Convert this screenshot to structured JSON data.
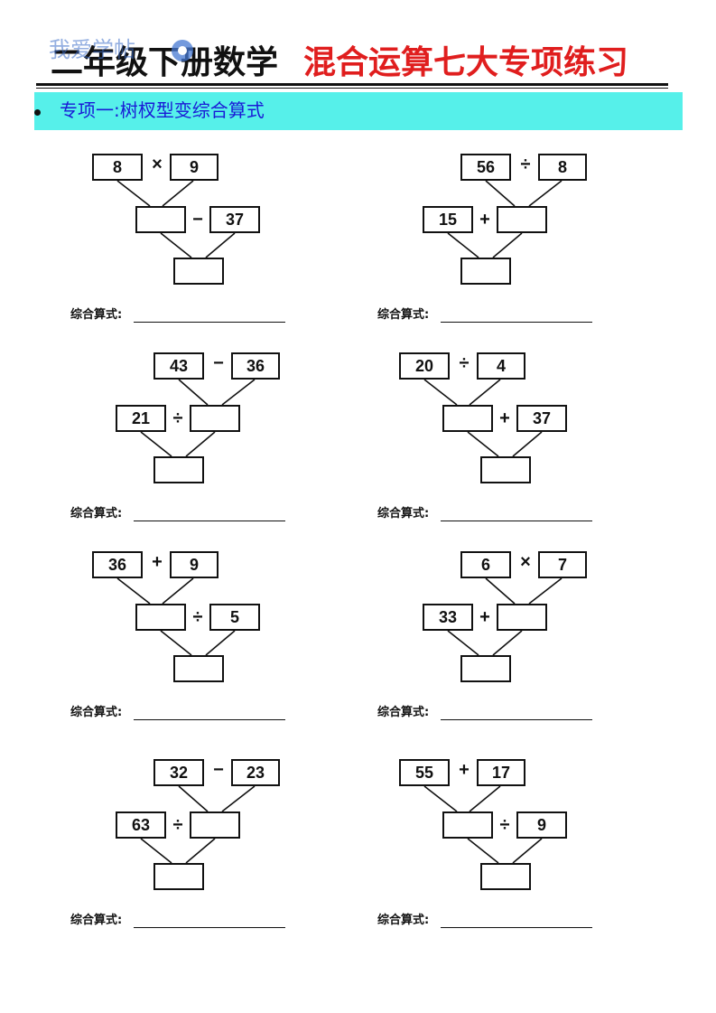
{
  "header": {
    "title_black": "二年级下册数学",
    "title_red": "混合运算七大专项练习",
    "watermark": "我爱学帖"
  },
  "section": {
    "title": "专项一:树杈型变综合算式"
  },
  "answer_label": "综合算式:",
  "problems": [
    {
      "type": "A",
      "top_left": "8",
      "top_op": "×",
      "top_right": "9",
      "mid_box": "",
      "mid_op": "−",
      "mid_num": "37"
    },
    {
      "type": "B",
      "top_left": "56",
      "top_op": "÷",
      "top_right": "8",
      "mid_num": "15",
      "mid_op": "+",
      "mid_box": ""
    },
    {
      "type": "B",
      "top_left": "43",
      "top_op": "−",
      "top_right": "36",
      "mid_num": "21",
      "mid_op": "÷",
      "mid_box": ""
    },
    {
      "type": "A",
      "top_left": "20",
      "top_op": "÷",
      "top_right": "4",
      "mid_box": "",
      "mid_op": "+",
      "mid_num": "37"
    },
    {
      "type": "A",
      "top_left": "36",
      "top_op": "+",
      "top_right": "9",
      "mid_box": "",
      "mid_op": "÷",
      "mid_num": "5"
    },
    {
      "type": "B",
      "top_left": "6",
      "top_op": "×",
      "top_right": "7",
      "mid_num": "33",
      "mid_op": "+",
      "mid_box": ""
    },
    {
      "type": "B",
      "top_left": "32",
      "top_op": "−",
      "top_right": "23",
      "mid_num": "63",
      "mid_op": "÷",
      "mid_box": ""
    },
    {
      "type": "A",
      "top_left": "55",
      "top_op": "+",
      "top_right": "17",
      "mid_box": "",
      "mid_op": "÷",
      "mid_num": "9"
    }
  ]
}
